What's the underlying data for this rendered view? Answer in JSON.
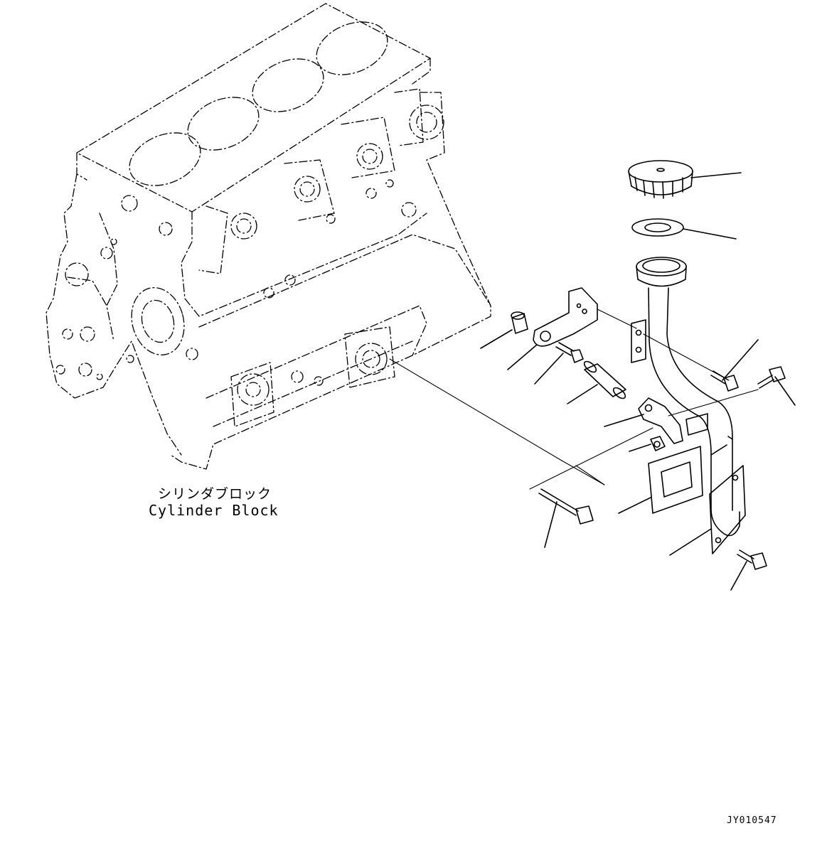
{
  "diagram": {
    "block_label_ja": "シリンダブロック",
    "block_label_en": "Cylinder Block",
    "drawing_number": "JY010547"
  },
  "colors": {
    "line": "#000000",
    "background": "#ffffff"
  }
}
